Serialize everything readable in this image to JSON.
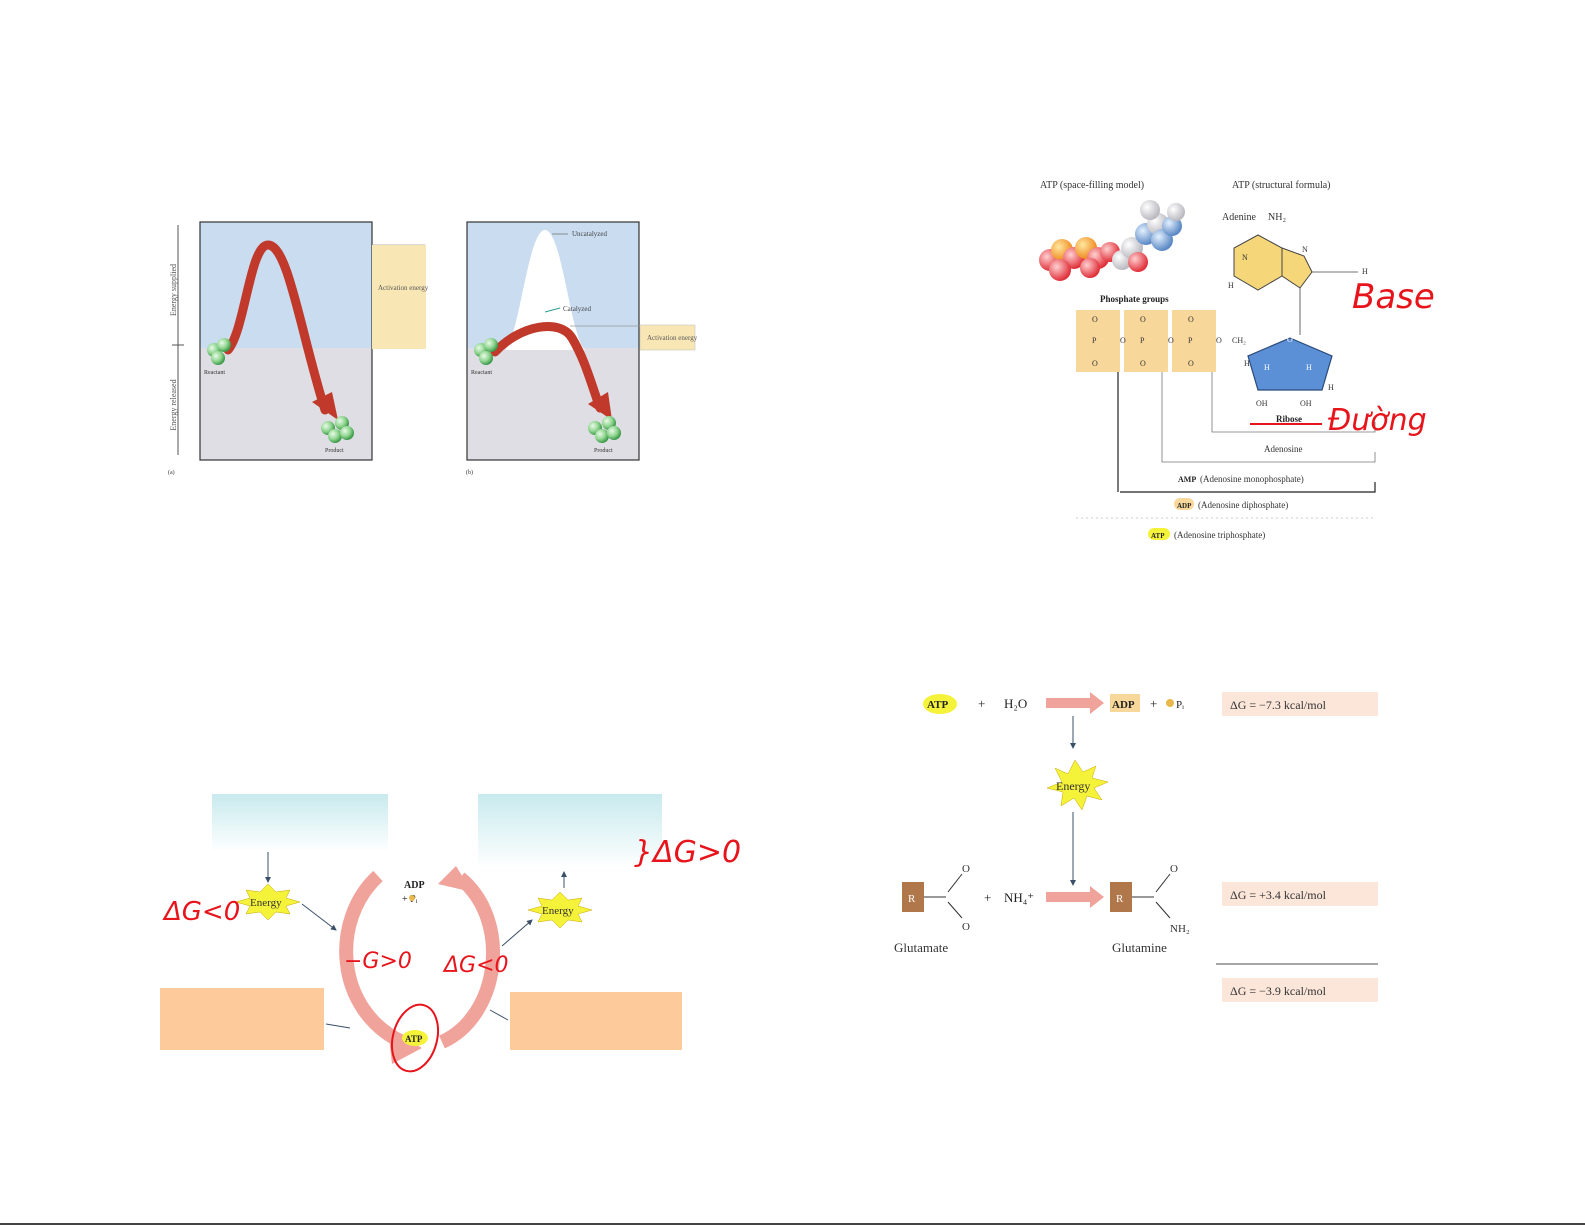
{
  "activation": {
    "panel_a": {
      "axis_top": "Energy supplied",
      "axis_bottom": "Energy released",
      "callout": "Activation energy",
      "reactant": "Reactant",
      "product": "Product",
      "letter": "(a)"
    },
    "panel_b": {
      "uncatalyzed": "Uncatalyzed",
      "catalyzed": "Catalyzed",
      "callout": "Activation energy",
      "reactant": "Reactant",
      "product": "Product",
      "letter": "(b)"
    }
  },
  "atp_structure": {
    "space_filling_title": "ATP (space-filling model)",
    "structural_title": "ATP (structural formula)",
    "adenine_label": "Adenine",
    "nh2": "NH₂",
    "phosphate_title": "Phosphate groups",
    "ribose_label": "Ribose",
    "adenosine": "Adenosine",
    "amp_badge": "AMP",
    "amp_text": "(Adenosine monophosphate)",
    "adp_badge": "ADP",
    "adp_text": "(Adenosine diphosphate)",
    "atp_badge": "ATP",
    "atp_text": "(Adenosine triphosphate)",
    "atoms": {
      "o": "O",
      "p": "P",
      "ch2": "CH₂",
      "h": "H",
      "oh": "OH",
      "n": "N"
    },
    "hand_base": "Base",
    "hand_duong": "Đường"
  },
  "coupling": {
    "atp": "ATP",
    "plus": "+",
    "h2o": "H₂O",
    "adp": "ADP",
    "pi": "Pᵢ",
    "energy": "Energy",
    "dg1": "ΔG = −7.3 kcal/mol",
    "r": "R",
    "nh4": "NH₄⁺",
    "o": "O",
    "nh2": "NH₂",
    "glutamate": "Glutamate",
    "glutamine": "Glutamine",
    "dg2": "ΔG = +3.4 kcal/mol",
    "dg3": "ΔG = −3.9 kcal/mol"
  },
  "cycle": {
    "energy_left": "Energy",
    "energy_right": "Energy",
    "adp": "ADP",
    "pi": "+ Pᵢ",
    "atp": "ATP",
    "hand_dg_lt_left": "ΔG<0",
    "hand_dg_gt_mid": "−G>0",
    "hand_dg_lt_mid": "ΔG<0",
    "hand_dg_gt_right": "}ΔG>0"
  },
  "colors": {
    "blue_bg": "#c9dcf0",
    "gray_bg": "#dedee4",
    "tan": "#f8e7b5",
    "red_arrow": "#c0392b",
    "ink_red": "#e8141c",
    "peach": "#fdcb9b",
    "pink_ring": "#f0a39b",
    "yellow": "#f5f23a"
  }
}
